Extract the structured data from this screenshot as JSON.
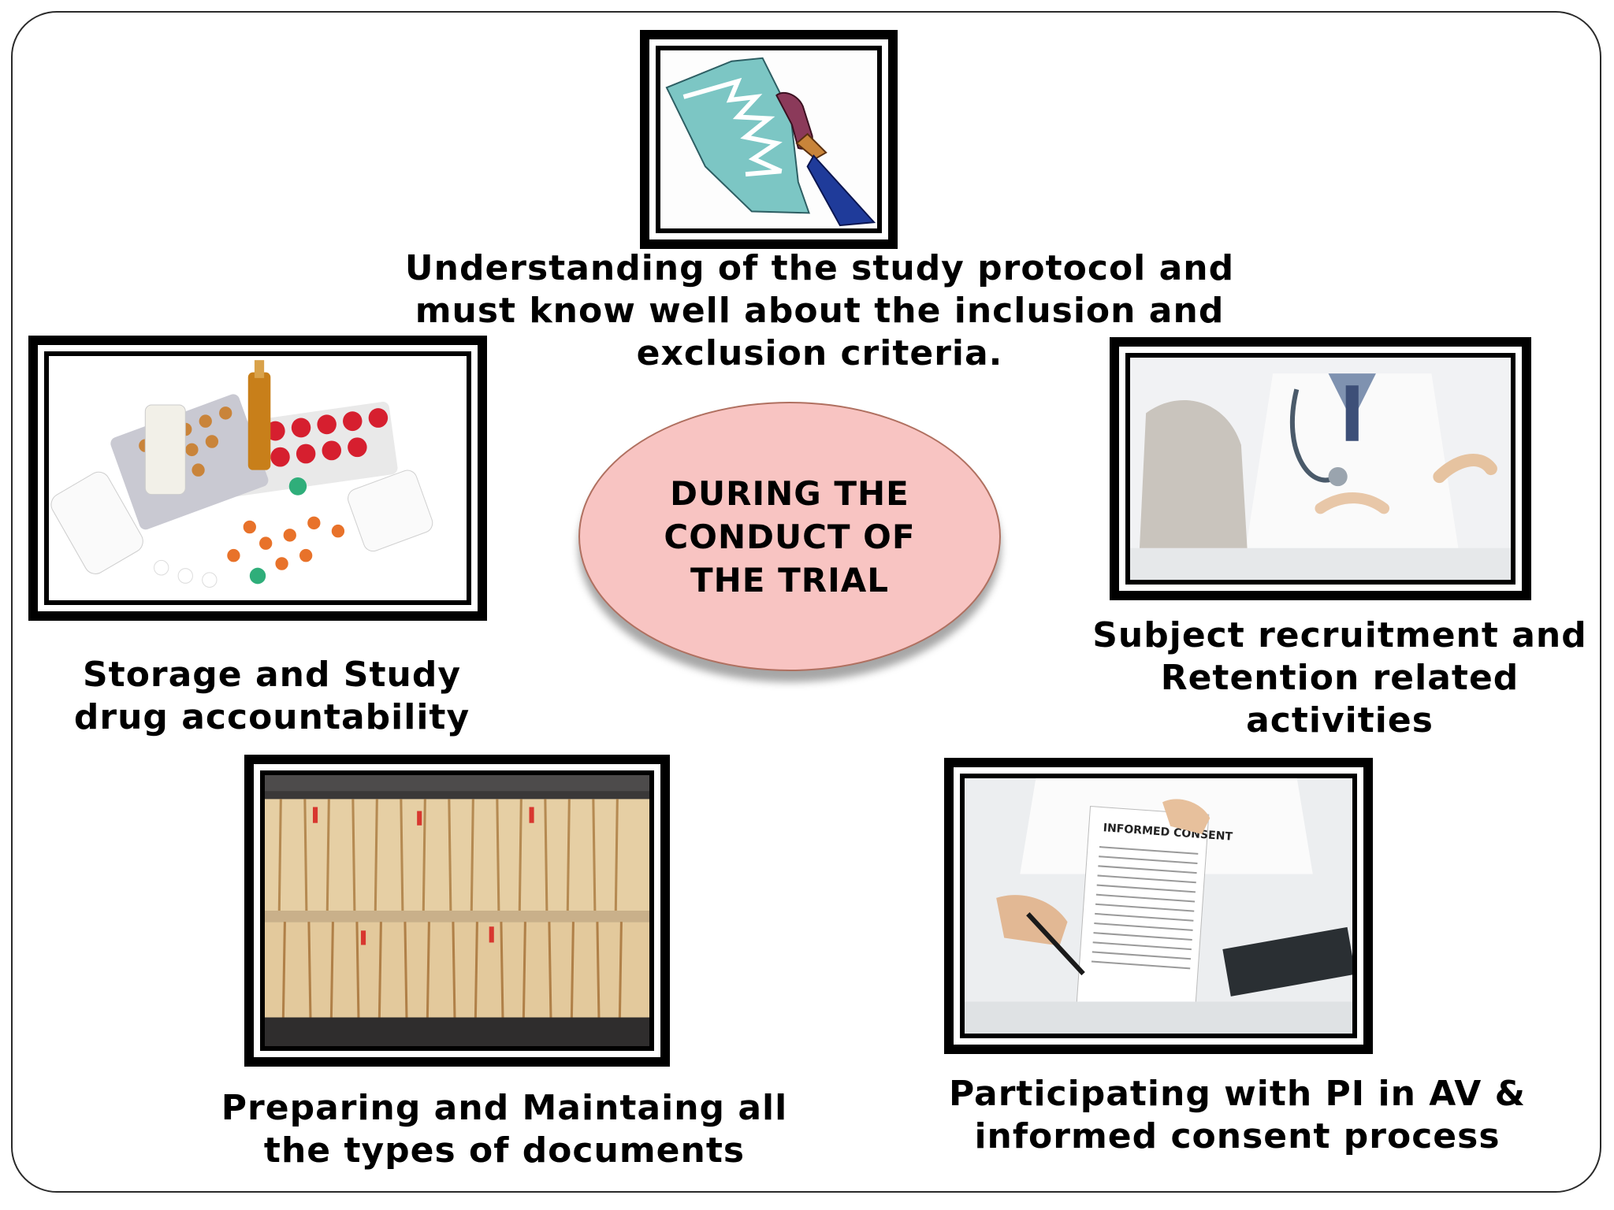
{
  "center": {
    "text": "DURING THE\nCONDUCT OF\nTHE TRIAL",
    "fill": "#f8c4c2"
  },
  "items": [
    {
      "caption_line1": "Understanding of the study protocol and",
      "caption_line2": "must know well about the inclusion and",
      "caption_line3": "exclusion criteria.",
      "icon": "protocol-document-icon"
    },
    {
      "caption_line1": "Storage and Study",
      "caption_line2": "drug accountability",
      "icon": "medicine-pills-icon"
    },
    {
      "caption_line1": "Subject recruitment and",
      "caption_line2": "Retention related",
      "caption_line3": "activities",
      "icon": "doctor-patient-icon"
    },
    {
      "caption_line1": "Preparing and Maintaing all",
      "caption_line2": "the types of documents",
      "icon": "file-shelves-icon"
    },
    {
      "caption_line1": "Participating with PI in AV &",
      "caption_line2": "informed consent process",
      "icon": "informed-consent-icon",
      "document_heading": "INFORMED CONSENT"
    }
  ]
}
